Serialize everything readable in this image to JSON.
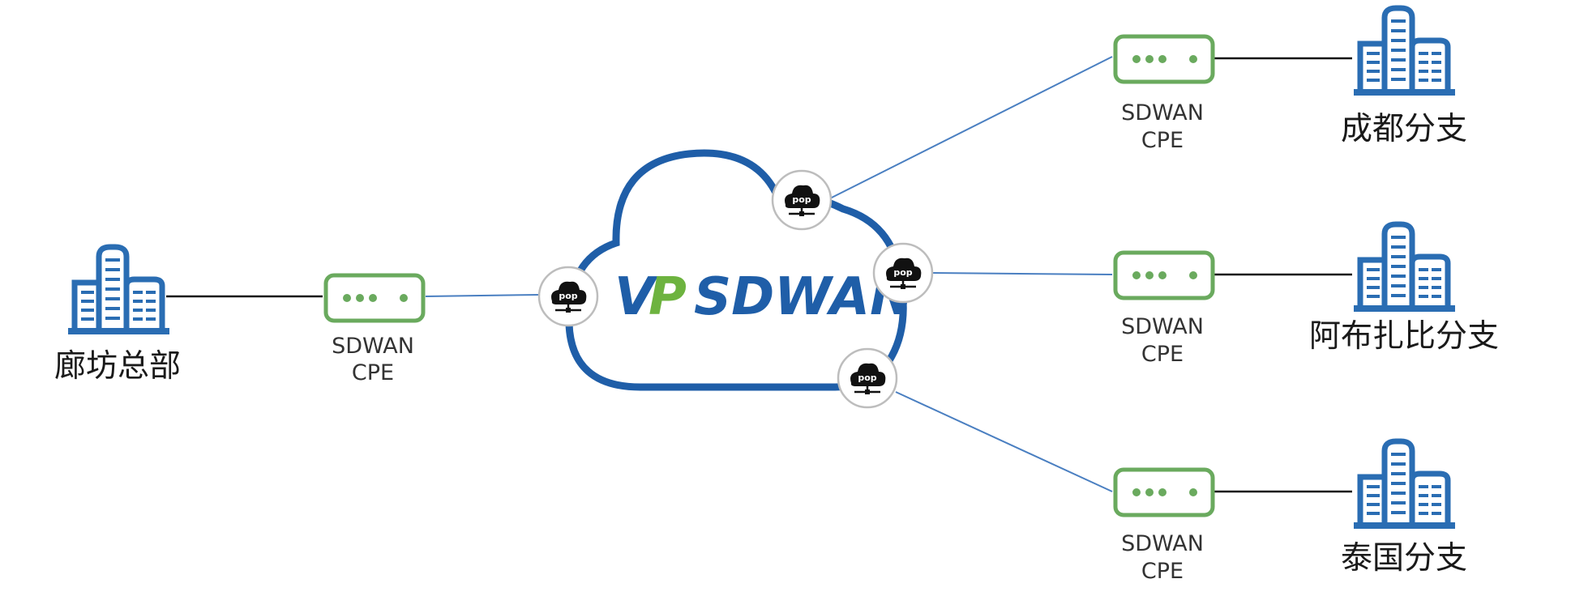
{
  "colors": {
    "cloud_stroke": "#1f5ea8",
    "building": "#2a6db3",
    "cpe_stroke": "#6aaa5e",
    "cpe_fill": "#ffffff",
    "cpe_dots": "#6aaa5e",
    "brand_vp_v": "#1f5ea8",
    "brand_vp_p": "#6db33f",
    "brand_sdwan": "#1f5ea8",
    "wan_link": "#4a7fc1",
    "lan_link": "#111111",
    "pop_fill": "#111111"
  },
  "cloud": {
    "brand_vp_v": "V",
    "brand_vp_p": "P",
    "brand_sdwan": "SDWAN"
  },
  "pop_label": "pop",
  "headquarters": {
    "name": "廊坊总部",
    "cpe_line1": "SDWAN",
    "cpe_line2": "CPE"
  },
  "branches": [
    {
      "name": "成都分支",
      "cpe_line1": "SDWAN",
      "cpe_line2": "CPE"
    },
    {
      "name": "阿布扎比分支",
      "cpe_line1": "SDWAN",
      "cpe_line2": "CPE"
    },
    {
      "name": "泰国分支",
      "cpe_line1": "SDWAN",
      "cpe_line2": "CPE"
    }
  ]
}
